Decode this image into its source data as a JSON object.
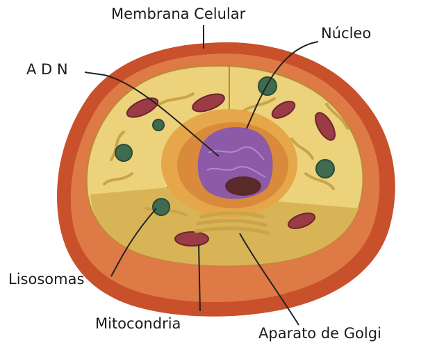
{
  "labels": {
    "membrane": "Membrana Celular",
    "nucleus": "Núcleo",
    "dna": "A D N",
    "lysosomes": "Lisosomas",
    "mitochondria": "Mitocondria",
    "golgi": "Aparato de Golgi"
  },
  "colors": {
    "membrane_outer": "#c8502a",
    "membrane_inner": "#de7a45",
    "cytoplasm": "#ecd27a",
    "cytoplasm_dark": "#d9b457",
    "nucleus_envelope": "#e6a64a",
    "chromatin": "#8c5aa6",
    "nucleolus": "#5a2a2a",
    "mitochondria": "#9a3b45",
    "organelle_green": "#3f6b50",
    "leader_line": "#222222"
  }
}
